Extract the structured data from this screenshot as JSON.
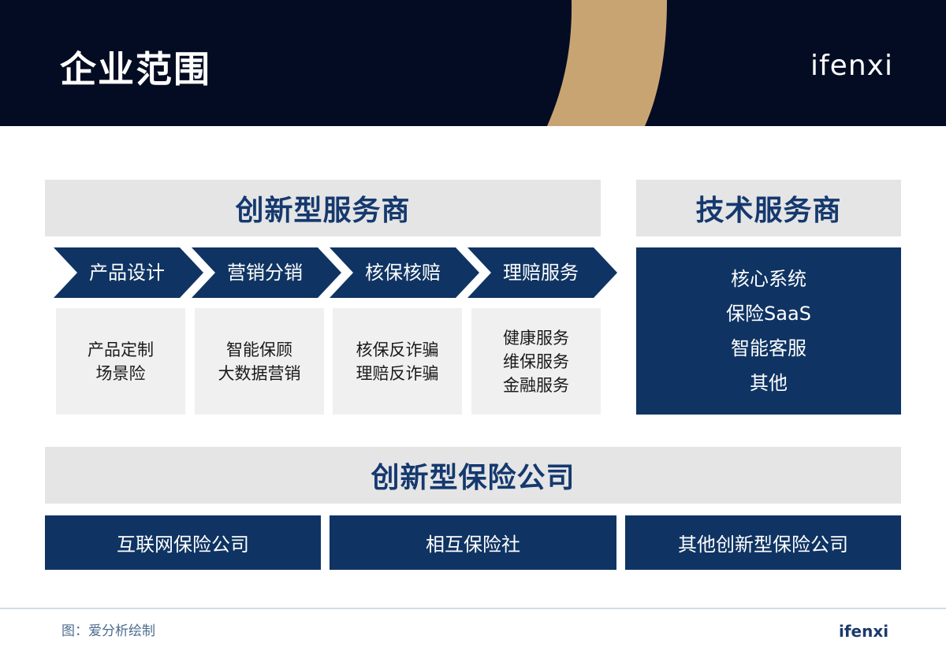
{
  "header": {
    "title": "企业范围",
    "logo": "ifenxi"
  },
  "colors": {
    "header_bg": "#030c22",
    "accent_tan": "#c9a473",
    "navy": "#0f3463",
    "heading_text": "#15396e",
    "grey_bar": "#e5e5e6",
    "light_box": "#f0f0f0"
  },
  "innovative_providers": {
    "title": "创新型服务商",
    "stages": [
      {
        "label": "产品设计",
        "items": [
          "产品定制",
          "场景险"
        ]
      },
      {
        "label": "营销分销",
        "items": [
          "智能保顾",
          "大数据营销"
        ]
      },
      {
        "label": "核保核赔",
        "items": [
          "核保反诈骗",
          "理赔反诈骗"
        ]
      },
      {
        "label": "理赔服务",
        "items": [
          "健康服务",
          "维保服务",
          "金融服务"
        ]
      }
    ]
  },
  "tech_providers": {
    "title": "技术服务商",
    "items": [
      "核心系统",
      "保险SaaS",
      "智能客服",
      "其他"
    ]
  },
  "insurance_companies": {
    "title": "创新型保险公司",
    "items": [
      "互联网保险公司",
      "相互保险社",
      "其他创新型保险公司"
    ]
  },
  "footer": {
    "source": "图：爱分析绘制",
    "logo": "ifenxi"
  }
}
